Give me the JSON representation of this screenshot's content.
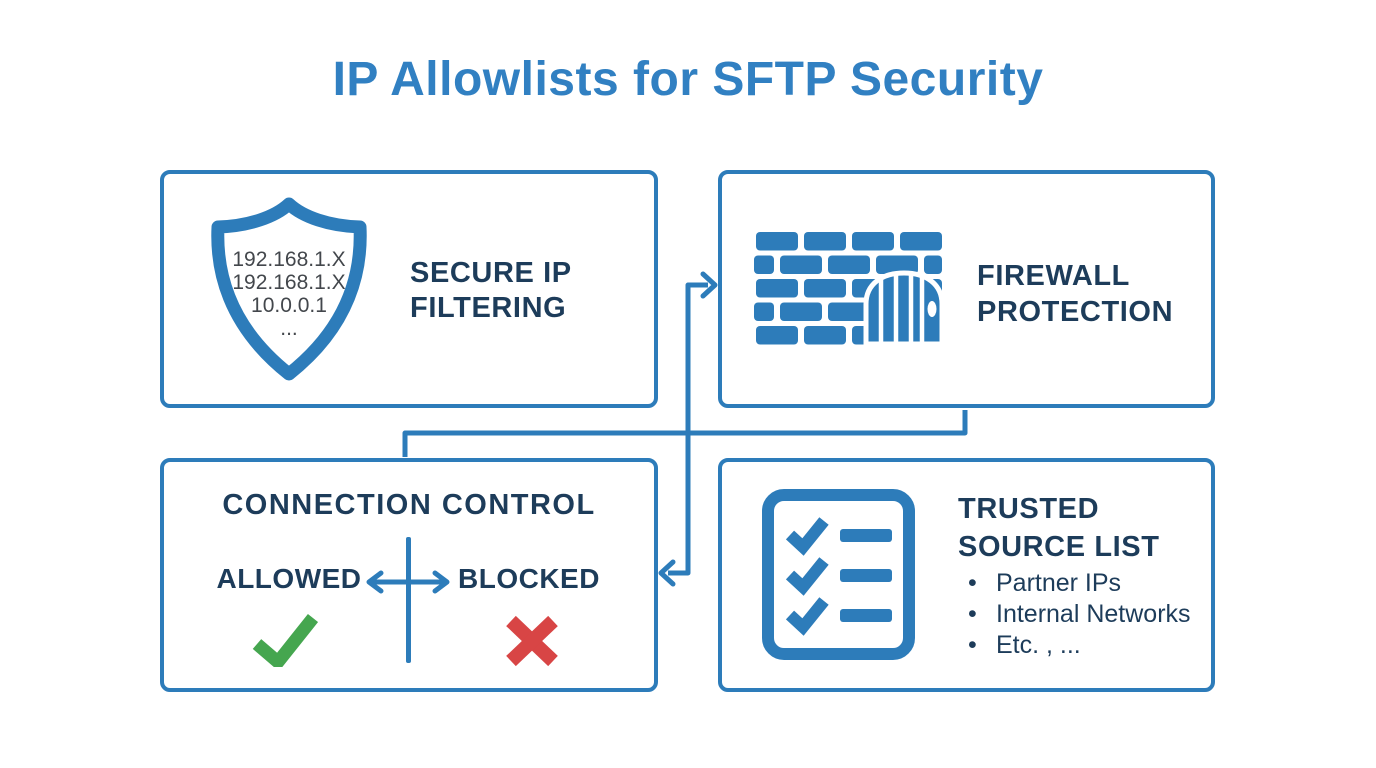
{
  "title": "IP Allowlists for SFTP Security",
  "colors": {
    "accent": "#2d7cba",
    "title": "#3180c2",
    "navy": "#1d3c5a",
    "ip_text": "#43474c",
    "green": "#45a64f",
    "red": "#d84545",
    "background": "#ffffff"
  },
  "boxes": {
    "secure_ip": {
      "icon": "shield-icon",
      "heading": [
        "SECURE IP",
        "FILTERING"
      ],
      "shield_ips": [
        "192.168.1.X",
        "192.168.1.X",
        "10.0.0.1",
        "..."
      ]
    },
    "firewall": {
      "icon": "firewall-icon",
      "heading": [
        "FIREWALL",
        "PROTECTION"
      ]
    },
    "connection_control": {
      "heading": "CONNECTION CONTROL",
      "allowed_label": "ALLOWED",
      "blocked_label": "BLOCKED",
      "allowed_icon": "checkmark-icon",
      "blocked_icon": "cross-icon"
    },
    "trusted_source": {
      "icon": "checklist-icon",
      "heading": [
        "TRUSTED",
        "SOURCE LIST"
      ],
      "bullets": [
        "Partner IPs",
        "Internal Networks",
        "Etc. , ..."
      ]
    }
  }
}
